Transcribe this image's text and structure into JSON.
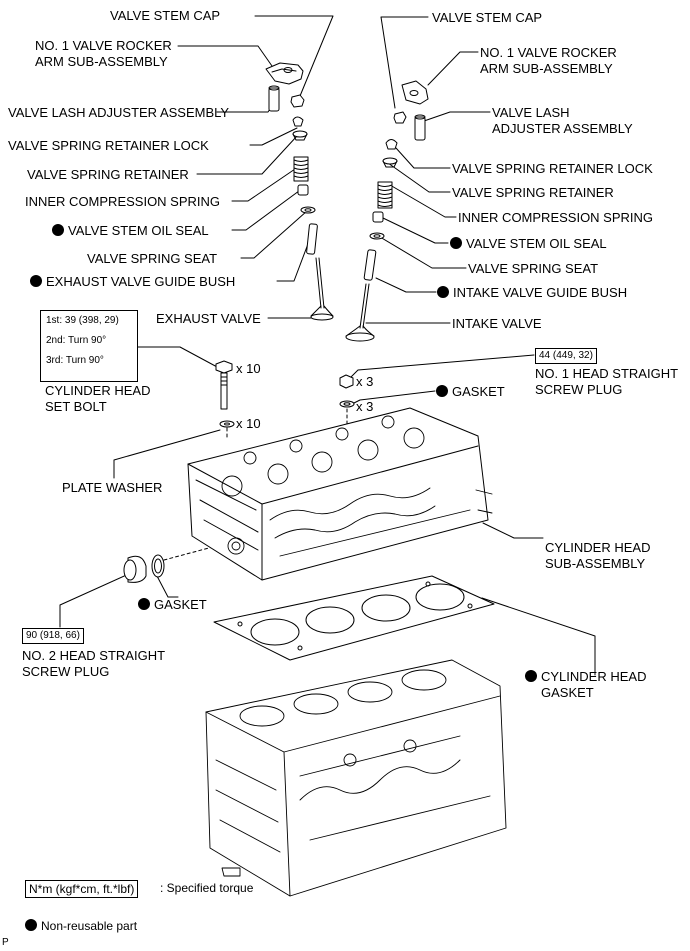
{
  "labels": {
    "valve_stem_cap_left": "VALVE STEM CAP",
    "rocker_arm_left": [
      "NO. 1 VALVE ROCKER",
      "ARM SUB-ASSEMBLY"
    ],
    "lash_adjuster_left": "VALVE LASH ADJUSTER ASSEMBLY",
    "retainer_lock_left": "VALVE SPRING RETAINER LOCK",
    "retainer_left": "VALVE SPRING RETAINER",
    "inner_spring_left": "INNER COMPRESSION SPRING",
    "oil_seal_left": "VALVE STEM OIL SEAL",
    "spring_seat_left": "VALVE SPRING SEAT",
    "exhaust_guide_bush": "EXHAUST VALVE GUIDE BUSH",
    "exhaust_valve": "EXHAUST VALVE",
    "valve_stem_cap_right": "VALVE STEM CAP",
    "rocker_arm_right": [
      "NO. 1 VALVE ROCKER",
      "ARM SUB-ASSEMBLY"
    ],
    "lash_adjuster_right": [
      "VALVE LASH",
      "ADJUSTER ASSEMBLY"
    ],
    "retainer_lock_right": "VALVE SPRING RETAINER LOCK",
    "retainer_right": "VALVE SPRING RETAINER",
    "inner_spring_right": "INNER COMPRESSION SPRING",
    "oil_seal_right": "VALVE STEM OIL SEAL",
    "spring_seat_right": "VALVE SPRING SEAT",
    "intake_guide_bush": "INTAKE VALVE GUIDE BUSH",
    "intake_valve": "INTAKE VALVE",
    "head_bolt": [
      "CYLINDER HEAD",
      "SET BOLT"
    ],
    "bolt_qty": "x 10",
    "washer_qty": "x 10",
    "plate_washer": "PLATE WASHER",
    "plug1": [
      "NO. 1 HEAD STRAIGHT",
      "SCREW PLUG"
    ],
    "plug1_qty": "x 3",
    "gasket_qty": "x 3",
    "gasket_right": "GASKET",
    "head_subassembly": [
      "CYLINDER HEAD",
      "SUB-ASSEMBLY"
    ],
    "gasket_left": "GASKET",
    "plug2": [
      "NO. 2 HEAD STRAIGHT",
      "SCREW PLUG"
    ],
    "head_gasket": [
      "CYLINDER HEAD",
      "GASKET"
    ]
  },
  "torque": {
    "head_bolt": [
      "1st: 39 (398, 29)",
      "2nd: Turn 90°",
      "3rd: Turn 90°"
    ],
    "plug1": "44 (449, 32)",
    "plug2": "90 (918, 66)"
  },
  "legend": {
    "torque_box": "N*m (kgf*cm, ft.*lbf)",
    "torque_text": ": Specified torque",
    "nonreusable": "Non-reusable part"
  },
  "corner_mark": "P"
}
